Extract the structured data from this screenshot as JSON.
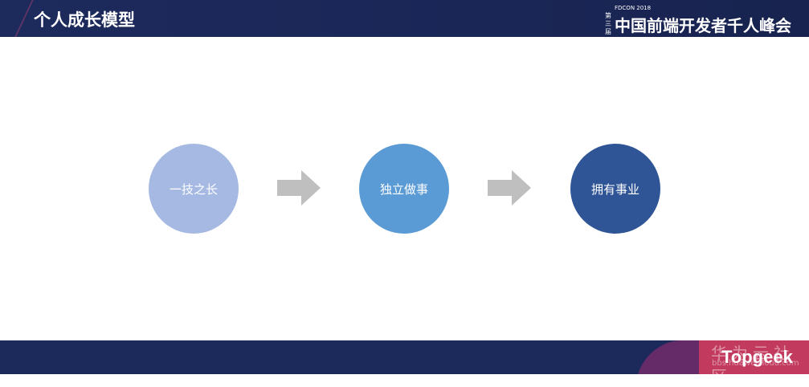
{
  "header": {
    "title": "个人成长模型",
    "brand_edition": "第三届",
    "brand_sub": "FDCON 2018",
    "brand_name": "中国前端开发者千人峰会"
  },
  "diagram": {
    "nodes": [
      {
        "label": "一技之长",
        "color": "#a5b9e2"
      },
      {
        "label": "独立做事",
        "color": "#5b9bd5"
      },
      {
        "label": "拥有事业",
        "color": "#2f5597"
      }
    ],
    "arrow_color": "#bfbfbf"
  },
  "footer": {
    "watermark": "华为云社区",
    "watermark_url": "bbs.huaweicloud.com",
    "logo": "Topgeek"
  }
}
